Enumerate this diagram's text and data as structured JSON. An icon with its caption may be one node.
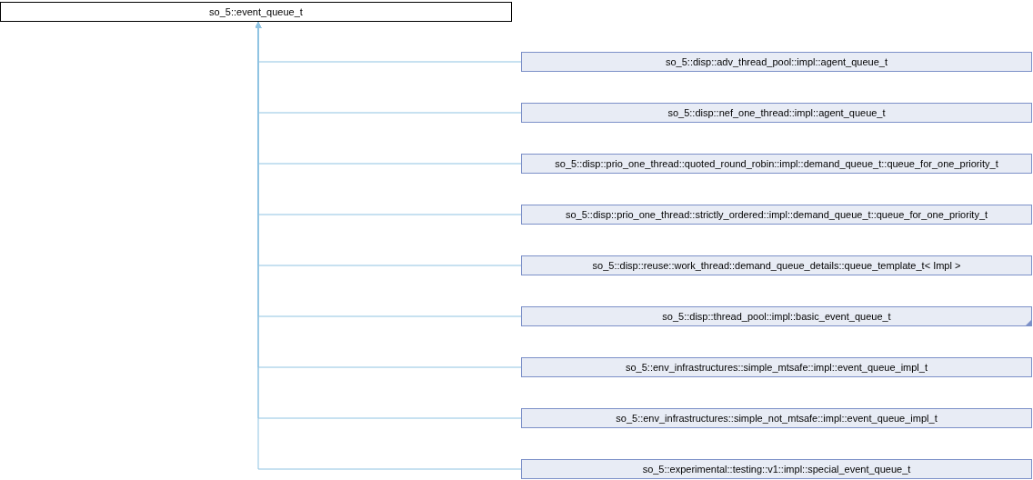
{
  "diagram": {
    "nodes": [
      {
        "text": [
          "so_5::event_queue_t"
        ]
      },
      {
        "text": [
          "so_5::disp::adv_thread_pool::impl::agent_queue_t"
        ]
      },
      {
        "text": [
          "so_5::disp::nef_one_thread::impl::agent_queue_t"
        ]
      },
      {
        "text": [
          "so_5::disp::prio_one_thread::quoted_round_robin::impl::demand_queue_t::queue_for_one_priority_t"
        ]
      },
      {
        "text": [
          "so_5::disp::prio_one_thread::strictly_ordered::impl::demand_queue_t::queue_for_one_priority_t"
        ]
      },
      {
        "text": [
          "so_5::disp::reuse::work_thread::demand_queue_details::queue_template_t< Impl >"
        ]
      },
      {
        "text": [
          "so_5::disp::thread_pool::impl::basic_event_queue_t"
        ]
      },
      {
        "text": [
          "so_5::env_infrastructures::simple_mtsafe::impl::event_queue_impl_t"
        ]
      },
      {
        "text": [
          "so_5::env_infrastructures::simple_not_mtsafe::impl::event_queue_impl_t"
        ]
      },
      {
        "text": [
          "so_5::experimental::testing::v1::impl::special_event_queue_t"
        ]
      }
    ],
    "edges": [
      {
        "from": 1,
        "to": 0,
        "arrow": "to"
      },
      {
        "from": 2,
        "to": 0,
        "arrow": "to"
      },
      {
        "from": 3,
        "to": 0,
        "arrow": "to"
      },
      {
        "from": 4,
        "to": 0,
        "arrow": "to"
      },
      {
        "from": 5,
        "to": 0,
        "arrow": "to"
      },
      {
        "from": 6,
        "to": 0,
        "arrow": "to"
      },
      {
        "from": 7,
        "to": 0,
        "arrow": "to"
      },
      {
        "from": 8,
        "to": 0,
        "arrow": "to"
      },
      {
        "from": 9,
        "to": 0,
        "arrow": "to"
      }
    ]
  }
}
